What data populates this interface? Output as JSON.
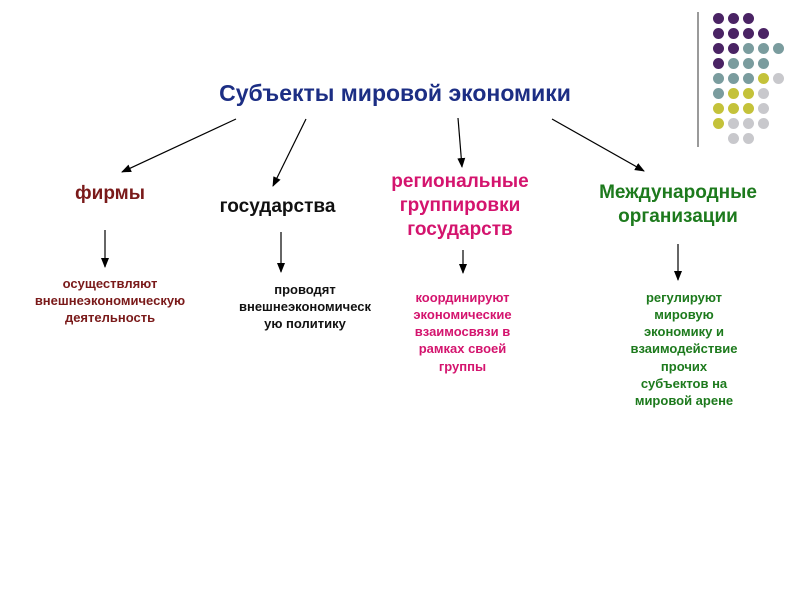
{
  "title": "Субъекты мировой экономики",
  "categories": [
    {
      "key": "firms",
      "heading": "фирмы",
      "description": "осуществляют\nвнешнеэкономическую\nдеятельность",
      "color": "#7a1a1a"
    },
    {
      "key": "states",
      "heading": "государства",
      "description": "проводят\nвнешнеэкономическ\nую политику",
      "color": "#111111"
    },
    {
      "key": "regional",
      "heading": "региональные\nгруппировки\nгосударств",
      "description": "координируют\nэкономические\nвзаимосвязи в\nрамках своей\nгруппы",
      "color": "#d4146e"
    },
    {
      "key": "intl",
      "heading": "Международные\nорганизации",
      "description": "регулируют\nмировую\nэкономику и\nвзаимодействие\nпрочих\nсубъектов на\nмировой арене",
      "color": "#1d7a1d"
    }
  ],
  "decoration_colors": {
    "purple": "#4a2364",
    "teal": "#7a9c9e",
    "olive": "#c4c23a",
    "gray": "#c8c8cc"
  }
}
